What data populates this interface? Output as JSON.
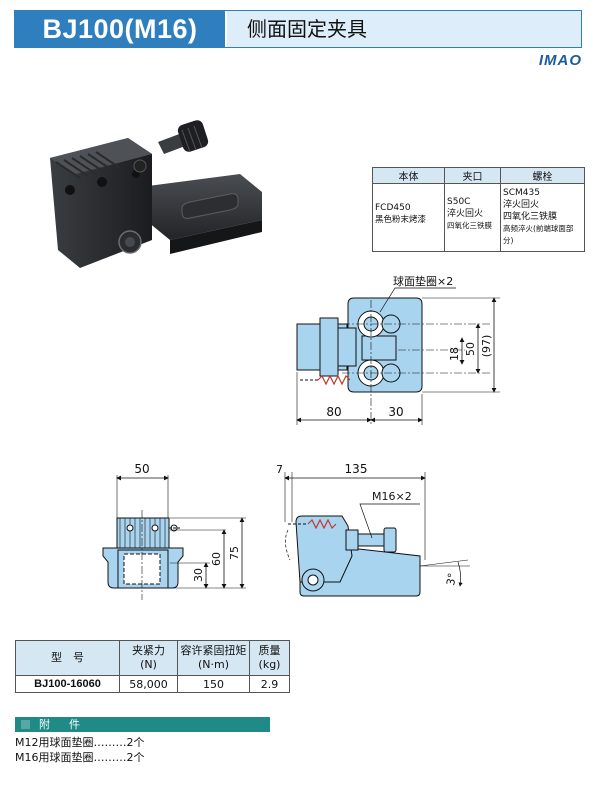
{
  "header": {
    "model": "BJ100(M16)",
    "name": "侧面固定夹具"
  },
  "brand": {
    "logo_text": "IMAO"
  },
  "materials": {
    "headers": [
      "本体",
      "夹口",
      "螺栓"
    ],
    "body": {
      "line1": "FCD450",
      "line2": "黑色粉末烤漆"
    },
    "jaw": {
      "line1": "S50C",
      "line2": "淬火回火",
      "line3": "四氧化三铁膜"
    },
    "bolt": {
      "line1": "SCM435",
      "line2": "淬火回火",
      "line3": "四氧化三铁膜",
      "line4": "高频淬火(前端球面部分)"
    }
  },
  "drawing": {
    "washer_label": "球面垫圈×2",
    "dim_18": "18",
    "dim_50_side": "50",
    "dim_97": "(97)",
    "dim_80": "80",
    "dim_30_top": "30",
    "dim_50_front": "50",
    "dim_75": "75",
    "dim_60": "60",
    "dim_30_front": "30",
    "dim_7": "7",
    "dim_135": "135",
    "bolt_label": "M16×2",
    "angle": "3°"
  },
  "specs": {
    "headers": {
      "model": "型　号",
      "force": "夹紧力",
      "force_unit": "(N)",
      "torque": "容许紧固扭矩",
      "torque_unit": "(N·m)",
      "mass": "质量",
      "mass_unit": "(kg)"
    },
    "row": {
      "model": "BJ100-16060",
      "force": "58,000",
      "torque": "150",
      "mass": "2.9"
    }
  },
  "accessories": {
    "title": "附　件",
    "items": [
      "M12用球面垫圈………2个",
      "M16用球面垫圈………2个"
    ]
  },
  "colors": {
    "primary": "#2f7fbf",
    "light": "#ddeefa",
    "part_blue": "#a9d4f0",
    "accent": "#1f8a86"
  }
}
